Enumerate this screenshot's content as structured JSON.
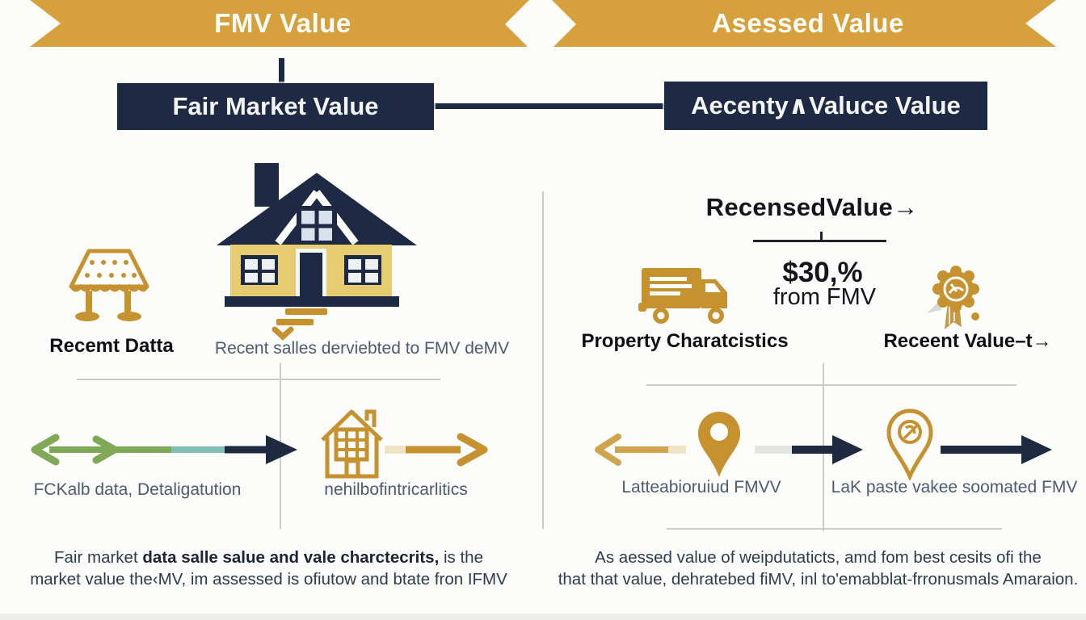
{
  "banner": {
    "left_label": "FMV Value",
    "right_label": "Asessed Value"
  },
  "boxes": {
    "left_title": "Fair Market Value",
    "right_title": "Aecenty∧Valuce Value"
  },
  "left_panel": {
    "item_awning_label": "Recemt Datta",
    "item_house_label": "Recent salles derviebted to FMV deMV",
    "flow_arrow_label": "FCKalb data, Detaligatution",
    "flow_house_label": "nehilbofintricarlitics",
    "footnote_pre": "Fair market ",
    "footnote_bold": "data salle salue and vale charctecrits,",
    "footnote_post": " is the",
    "footnote_line2": "market value the‹MV, im assessed is ofiutow and btate fron IFMV"
  },
  "right_panel": {
    "heading": "RecensedValue→",
    "stat_value": "$30,%",
    "stat_caption": "from FMV",
    "item_truck_label": "Property Charatcistics",
    "item_badge_label": "Receent Value–t→",
    "flow_pin_label": "Latteabioruiud FMVV",
    "flow_search_label": "LaK paste vakee soomated FMV",
    "footnote_line1": "As aessed value of weipdutaticts, amd fom best cesits ofi the",
    "footnote_line2": "that that value, dehratebed fiMV, inl to'emabblat-frronusmals Amaraion."
  },
  "colors": {
    "gold": "#D6A13D",
    "gold_icon": "#C6912F",
    "navy": "#1E2A44",
    "green": "#7FA857",
    "teal": "#7FBFB4",
    "slate_text": "#4d5a70",
    "house_wall": "#E7CB70"
  }
}
